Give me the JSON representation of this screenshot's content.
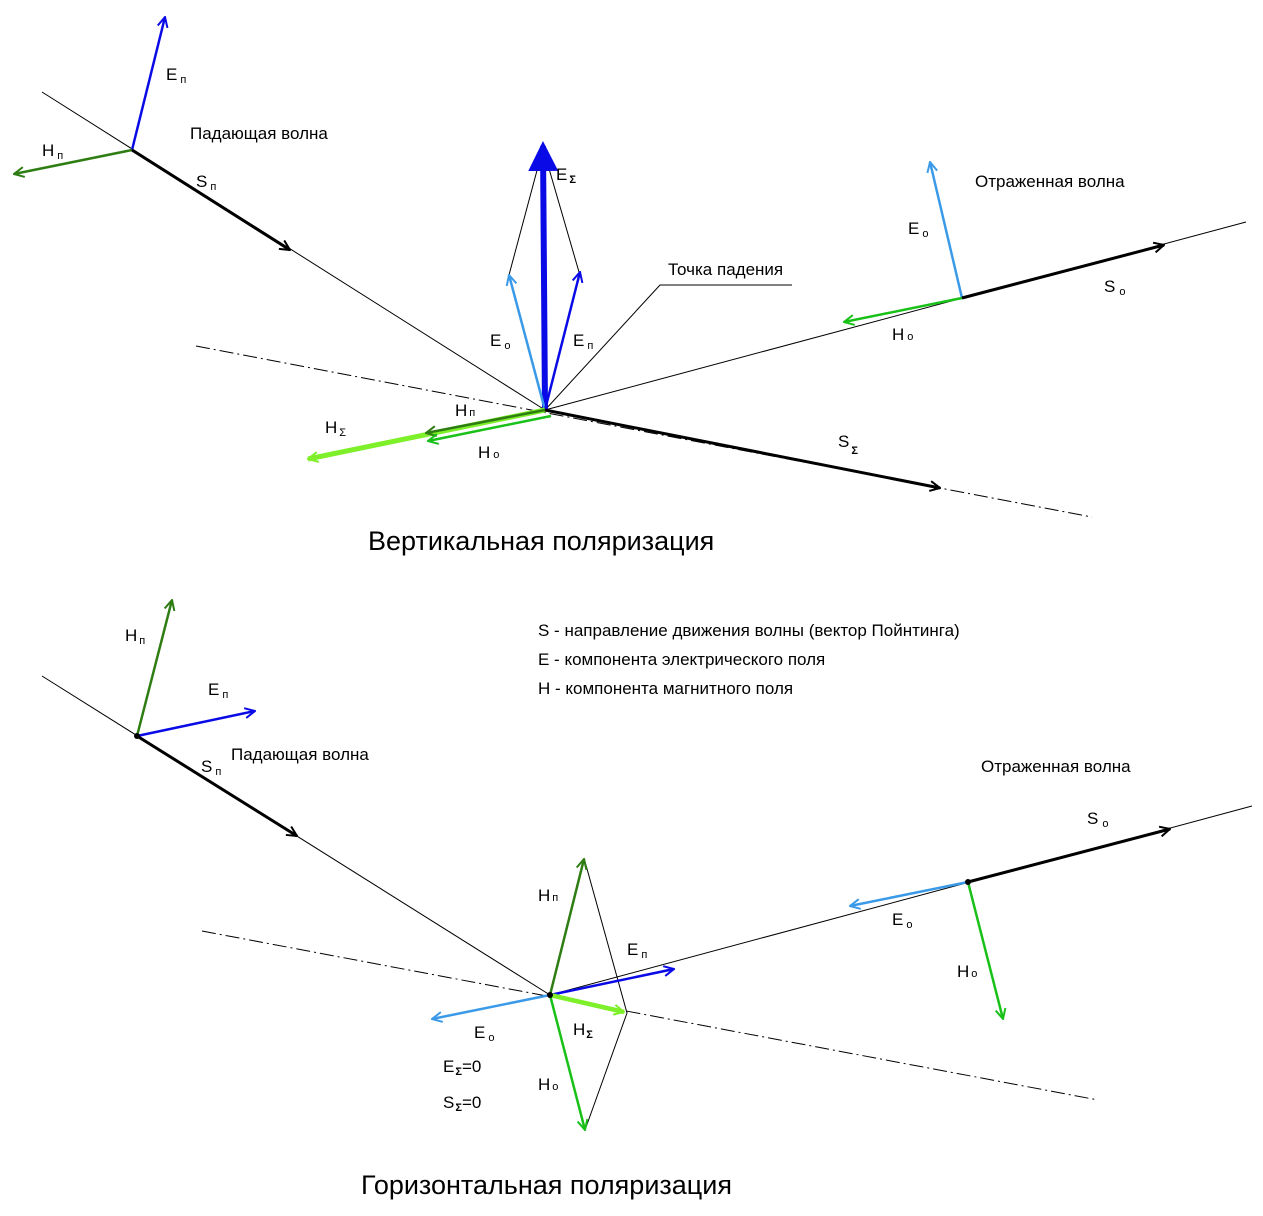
{
  "colors": {
    "e_incident": "#0a0ae6",
    "e_reflected": "#3a9ae8",
    "h_incident": "#2e7d12",
    "h_reflected": "#18c018",
    "h_sum": "#7ef02a",
    "s": "#000000"
  },
  "icons": [
    "arrow-icon",
    "point-icon"
  ],
  "vertical": {
    "title": "Вертикальная поляризация",
    "incident_wave": "Падающая волна",
    "reflected_wave": "Отраженная волна",
    "incidence_point": "Точка падения",
    "labels": {
      "E_inc": {
        "main": "E",
        "sub": "п"
      },
      "H_inc": {
        "main": "H",
        "sub": "п"
      },
      "S_inc": {
        "main": "S",
        "sub": "п"
      },
      "E_sum": {
        "main": "E",
        "sub": "Σ"
      },
      "E_o_mid": {
        "main": "E",
        "sub": "о"
      },
      "E_p_mid": {
        "main": "E",
        "sub": "п"
      },
      "H_p_mid": {
        "main": "H",
        "sub": "п"
      },
      "H_sum": {
        "main": "H",
        "sub": "Σ"
      },
      "H_o_mid": {
        "main": "H",
        "sub": "о"
      },
      "S_sum": {
        "main": "S",
        "sub": "Σ"
      },
      "E_ref": {
        "main": "E",
        "sub": "о"
      },
      "H_ref": {
        "main": "H",
        "sub": "о"
      },
      "S_ref": {
        "main": "S",
        "sub": "о"
      }
    }
  },
  "legend": [
    "S - направление движения волны (вектор Пойнтинга)",
    "E - компонента электрического поля",
    "H - компонента магнитного поля"
  ],
  "horizontal": {
    "title": "Горизонтальная поляризация",
    "incident_wave": "Падающая волна",
    "reflected_wave": "Отраженная волна",
    "labels": {
      "H_inc": {
        "main": "H",
        "sub": "п"
      },
      "E_inc": {
        "main": "E",
        "sub": "п"
      },
      "S_inc": {
        "main": "S",
        "sub": "п"
      },
      "H_p_mid": {
        "main": "H",
        "sub": "п"
      },
      "E_p_mid": {
        "main": "E",
        "sub": "п"
      },
      "E_o_mid": {
        "main": "E",
        "sub": "о"
      },
      "H_sum": {
        "main": "H",
        "sub": "Σ"
      },
      "H_o_mid": {
        "main": "H",
        "sub": "о"
      },
      "E_ref": {
        "main": "E",
        "sub": "о"
      },
      "H_ref": {
        "main": "H",
        "sub": "о"
      },
      "S_ref": {
        "main": "S",
        "sub": "о"
      }
    },
    "e_sum_zero": {
      "main": "E",
      "sub": "Σ",
      "rest": "=0"
    },
    "s_sum_zero": {
      "main": "S",
      "sub": "Σ",
      "rest": "=0"
    }
  }
}
